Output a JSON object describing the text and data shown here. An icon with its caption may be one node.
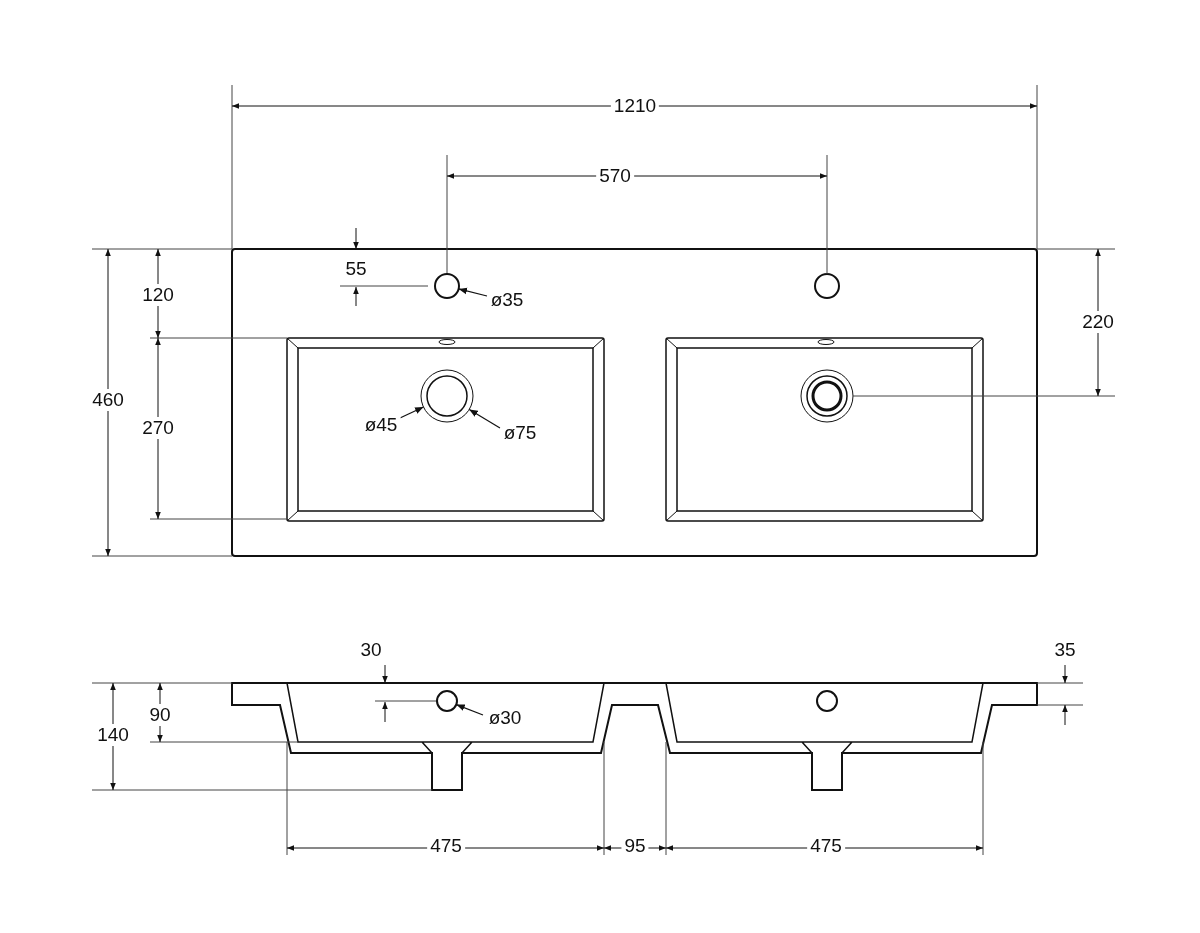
{
  "diagram": {
    "nodes": [
      {
        "text": [
          "ø35"
        ]
      },
      {
        "text": [],
        "shape": "circle"
      },
      {
        "text": [
          "ø45"
        ]
      },
      {
        "text": [
          "ø75"
        ]
      },
      {
        "text": [],
        "shape": "circle"
      },
      {
        "text": [
          "ø30"
        ]
      },
      {
        "text": [],
        "shape": "circle"
      }
    ],
    "edges": [
      {
        "from": 0,
        "to": 1,
        "arrow": "to"
      },
      {
        "from": 2,
        "to": 4,
        "arrow": "to"
      },
      {
        "from": 3,
        "to": 4,
        "arrow": "to"
      },
      {
        "from": 5,
        "to": 6,
        "arrow": "to"
      }
    ],
    "labels": [
      "1210",
      "570",
      "55",
      "120",
      "220",
      "460",
      "270",
      "30",
      "35",
      "90",
      "140",
      "475",
      "95",
      "475"
    ]
  }
}
